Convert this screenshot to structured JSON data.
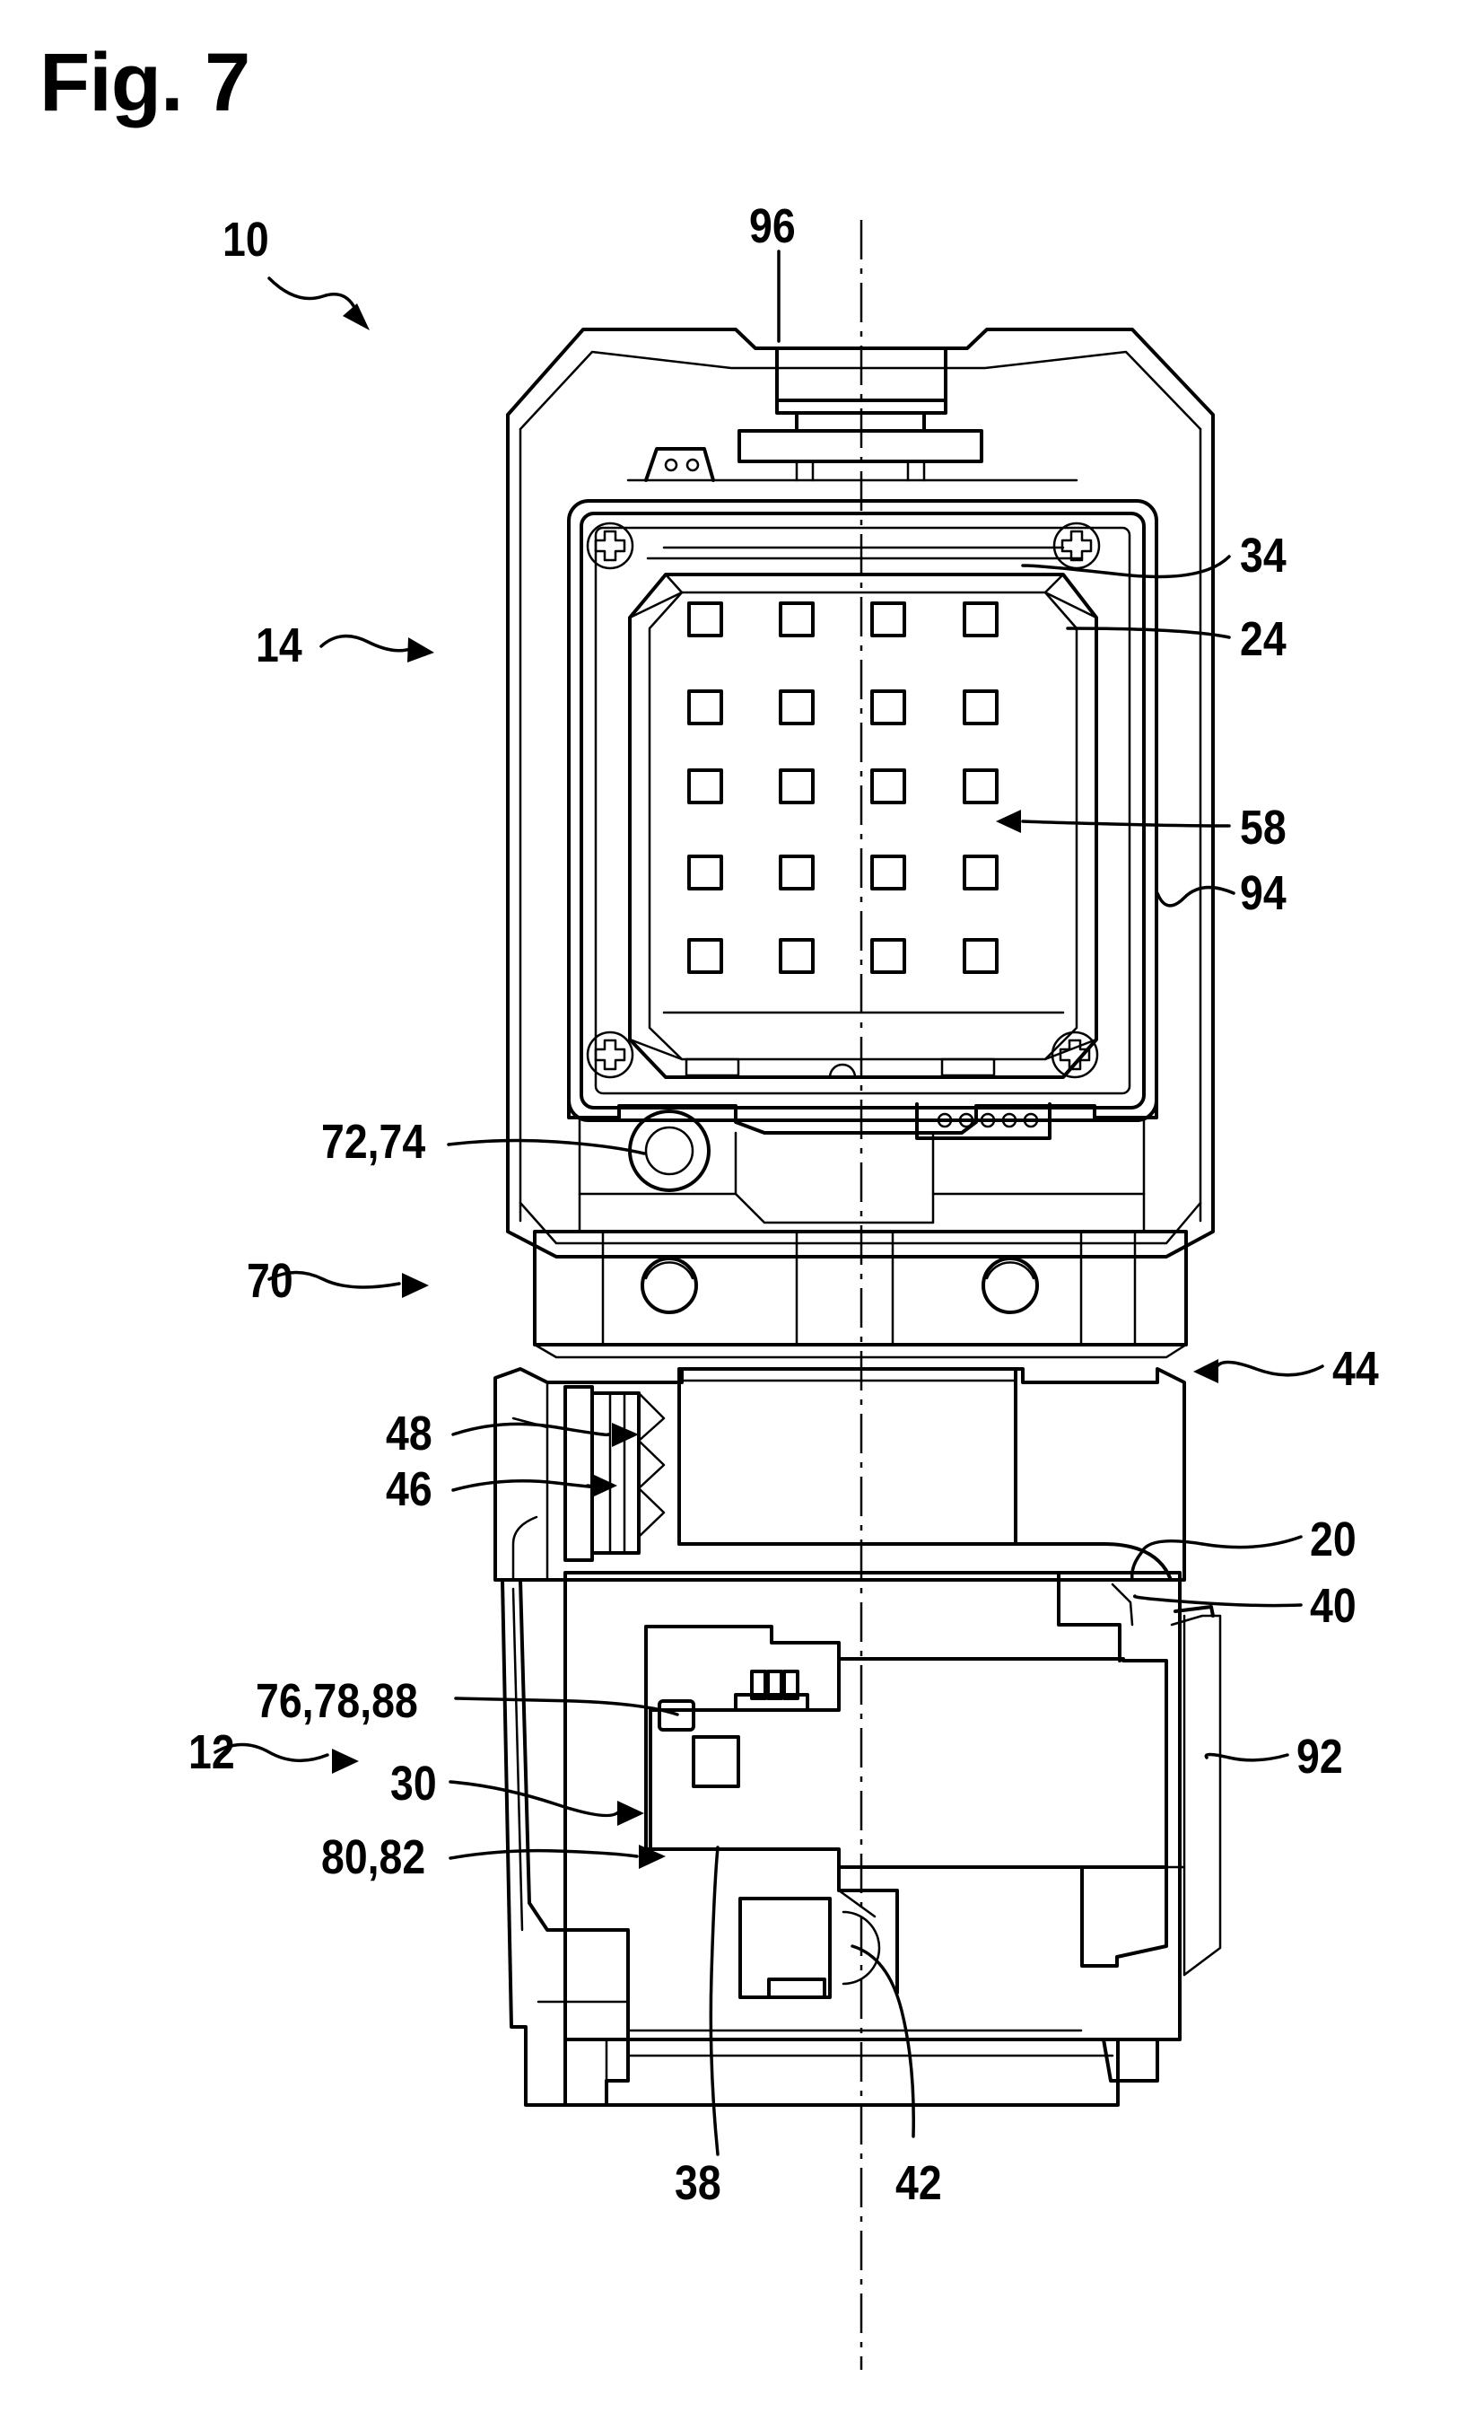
{
  "figure": {
    "title": "Fig. 7"
  },
  "labels": {
    "l10": "10",
    "l96": "96",
    "l14": "14",
    "l34": "34",
    "l24": "24",
    "l58": "58",
    "l94": "94",
    "l7274": "72,74",
    "l70": "70",
    "l44": "44",
    "l48": "48",
    "l46": "46",
    "l20": "20",
    "l40": "40",
    "l767888": "76,78,88",
    "l12": "12",
    "l30": "30",
    "l92": "92",
    "l8082": "80,82",
    "l38": "38",
    "l42": "42"
  }
}
